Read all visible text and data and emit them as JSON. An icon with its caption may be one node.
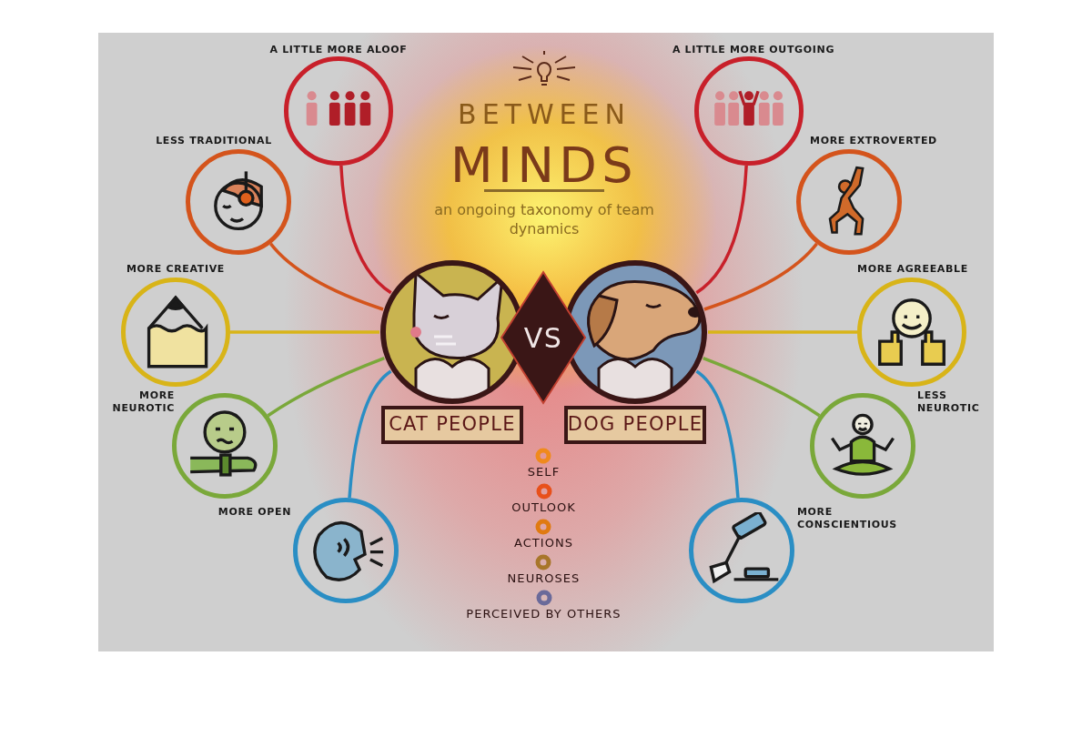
{
  "diagram": {
    "title": "BETWEEN MINDS",
    "nodes": [
      {
        "text": [
          "CAT PEOPLE"
        ]
      },
      {
        "text": [
          "VS"
        ]
      },
      {
        "text": [
          "DOG PEOPLE"
        ]
      },
      {
        "text": [
          "A LITTLE MORE ALOOF"
        ]
      },
      {
        "text": [
          "LESS TRADITIONAL"
        ]
      },
      {
        "text": [
          "MORE CREATIVE"
        ]
      },
      {
        "text": [
          "MORE NEUROTIC"
        ]
      },
      {
        "text": [
          "MORE OPEN"
        ]
      },
      {
        "text": [
          "A LITTLE MORE OUTGOING"
        ]
      },
      {
        "text": [
          "MORE EXTROVERTED"
        ]
      },
      {
        "text": [
          "MORE AGREEABLE"
        ]
      },
      {
        "text": [
          "LESS NEUROTIC"
        ]
      },
      {
        "text": [
          "MORE CONSCIENTIOUS"
        ]
      }
    ],
    "edges": [
      {
        "from": 0,
        "to": 3,
        "arrow": "none",
        "color": "#c8202a"
      },
      {
        "from": 0,
        "to": 4,
        "arrow": "none",
        "color": "#d4541c"
      },
      {
        "from": 0,
        "to": 5,
        "arrow": "none",
        "color": "#d8b418"
      },
      {
        "from": 0,
        "to": 6,
        "arrow": "none",
        "color": "#7aa83a"
      },
      {
        "from": 0,
        "to": 7,
        "arrow": "none",
        "color": "#2a8ec4"
      },
      {
        "from": 2,
        "to": 8,
        "arrow": "none",
        "color": "#c8202a"
      },
      {
        "from": 2,
        "to": 9,
        "arrow": "none",
        "color": "#d4541c"
      },
      {
        "from": 2,
        "to": 10,
        "arrow": "none",
        "color": "#d8b418"
      },
      {
        "from": 2,
        "to": 11,
        "arrow": "none",
        "color": "#7aa83a"
      },
      {
        "from": 2,
        "to": 12,
        "arrow": "none",
        "color": "#2a8ec4"
      }
    ],
    "labels": [
      "an ongoing taxonomy of team dynamics"
    ],
    "legend": [
      {
        "text": "SELF",
        "color": "#f08a1c"
      },
      {
        "text": "OUTLOOK",
        "color": "#e8501a"
      },
      {
        "text": "ACTIONS",
        "color": "#e07a10"
      },
      {
        "text": "NEUROSES",
        "color": "#a8762a"
      },
      {
        "text": "PERCEIVED BY OTHERS",
        "color": "#6a6a9a"
      }
    ]
  }
}
